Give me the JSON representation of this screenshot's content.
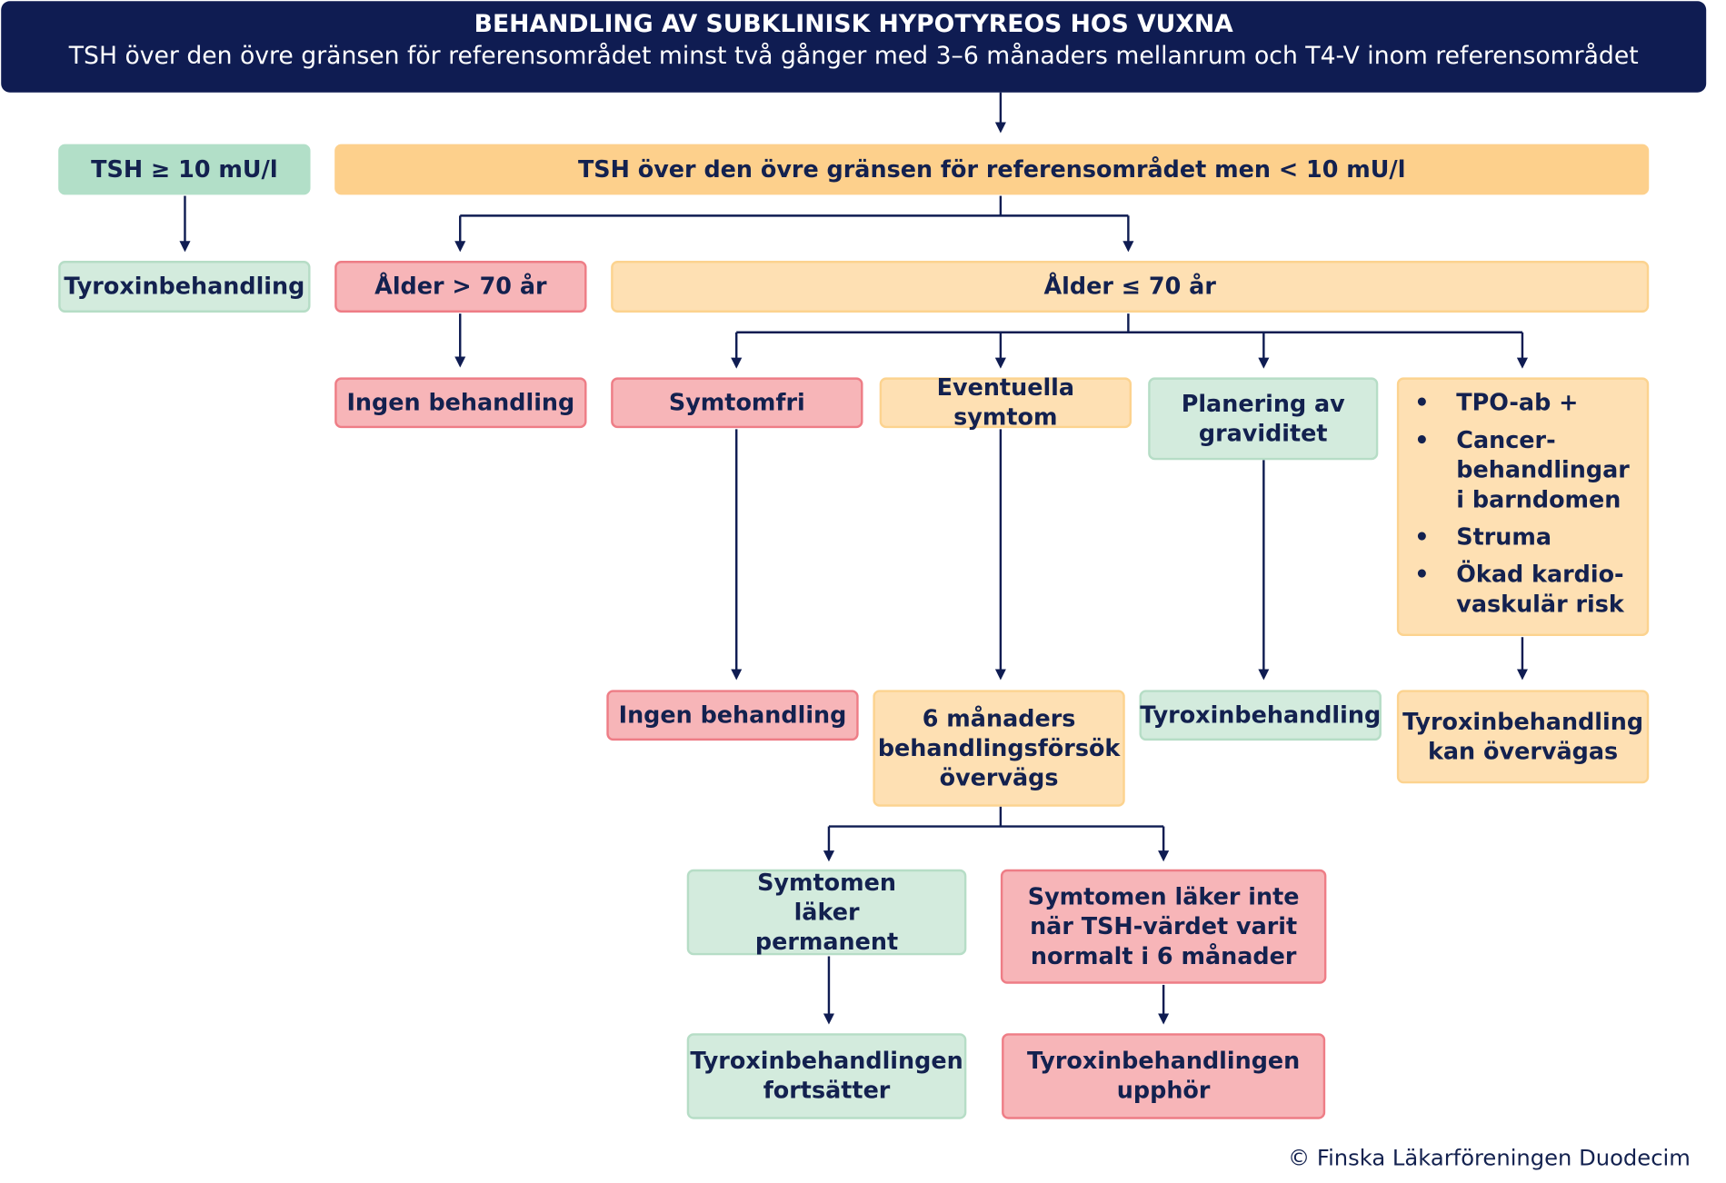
{
  "header": {
    "title": "BEHANDLING AV SUBKLINISK HYPOTYREOS HOS VUXNA",
    "subtitle": "TSH över den övre gränsen för referensområdet minst två gånger med 3–6 månaders mellanrum och T4-V inom referensområdet"
  },
  "nodes": {
    "tsh_high": "TSH ≥ 10 mU/l",
    "tsh_mid": "TSH över den övre gränsen för referensområdet men < 10 mU/l",
    "tyroxin_left": "Tyroxinbehandling",
    "age_over": "Ålder > 70 år",
    "age_under": "Ålder ≤ 70 år",
    "no_treat_1": "Ingen behandling",
    "symptomfree": "Symtomfri",
    "possible_symptoms": "Eventuella symtom",
    "pregnancy": "Planering av graviditet",
    "risk_items": [
      "TPO-ab +",
      "Cancer-behandlingar i barndomen",
      "Struma",
      "Ökad kardio-vaskulär risk"
    ],
    "no_treat_2": "Ingen behandling",
    "trial": "6 månaders behandlingsförsök övervägs",
    "tyroxin_preg": "Tyroxinbehandling",
    "tyroxin_consider": "Tyroxinbehandling kan övervägas",
    "sym_relieved": "Symtomen läker permanent",
    "sym_not_relieved": "Symtomen läker inte när TSH-värdet varit normalt i 6 månader",
    "continue": "Tyroxinbehandlingen fortsätter",
    "stop": "Tyroxinbehandlingen upphör"
  },
  "risk_bullet": "•",
  "copyright": "©  Finska Läkarföreningen Duodecim",
  "colors": {
    "navy": "#0f1c52",
    "green": "#d3ebdd",
    "red": "#f7b5b8",
    "orange": "#fdd08c",
    "peach": "#fee0b3"
  }
}
